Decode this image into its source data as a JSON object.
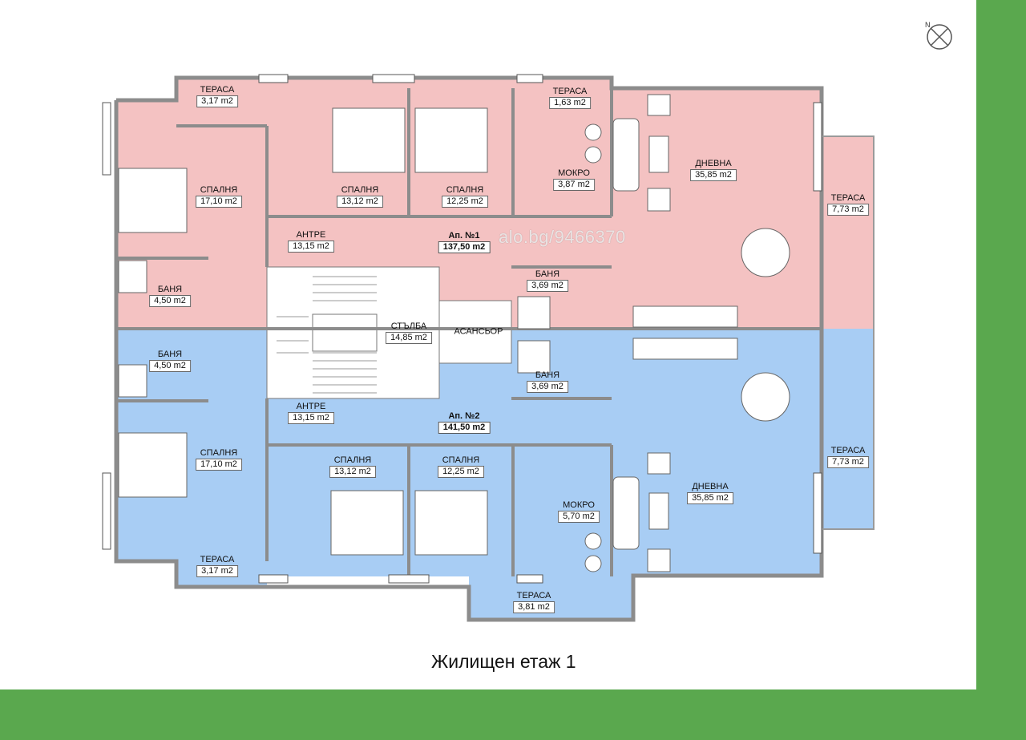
{
  "title": "Жилищен етаж 1",
  "watermark": "alo.bg/9466370",
  "compass": {
    "north_label": "N"
  },
  "colors": {
    "apartment_1": "#f4c2c2",
    "apartment_2": "#a8cdf4",
    "frame": "#5aa84e",
    "walls": "#8c8c8c"
  },
  "apartment_1": {
    "name": "Ап. №1",
    "area": "137,50 m2",
    "rooms": {
      "terrace_nw": {
        "name": "ТЕРАСА",
        "area": "3,17 m2"
      },
      "terrace_n": {
        "name": "ТЕРАСА",
        "area": "1,63 m2"
      },
      "terrace_e": {
        "name": "ТЕРАСА",
        "area": "7,73 m2"
      },
      "bedroom_w": {
        "name": "СПАЛНЯ",
        "area": "17,10 m2"
      },
      "bedroom_c1": {
        "name": "СПАЛНЯ",
        "area": "13,12 m2"
      },
      "bedroom_c2": {
        "name": "СПАЛНЯ",
        "area": "12,25 m2"
      },
      "wet_room": {
        "name": "МОКРО",
        "area": "3,87 m2"
      },
      "living": {
        "name": "ДНЕВНА",
        "area": "35,85 m2"
      },
      "hall": {
        "name": "АНТРЕ",
        "area": "13,15 m2"
      },
      "bath_w": {
        "name": "БАНЯ",
        "area": "4,50 m2"
      },
      "bath_e": {
        "name": "БАНЯ",
        "area": "3,69 m2"
      }
    }
  },
  "common": {
    "stairs": {
      "name": "СТЪЛБА",
      "area": "14,85 m2"
    },
    "elevator": {
      "name": "АСАНСЬОР"
    }
  },
  "apartment_2": {
    "name": "Ап. №2",
    "area": "141,50 m2",
    "rooms": {
      "bath_w": {
        "name": "БАНЯ",
        "area": "4,50 m2"
      },
      "bath_e": {
        "name": "БАНЯ",
        "area": "3,69 m2"
      },
      "hall": {
        "name": "АНТРЕ",
        "area": "13,15 m2"
      },
      "bedroom_w": {
        "name": "СПАЛНЯ",
        "area": "17,10 m2"
      },
      "bedroom_c1": {
        "name": "СПАЛНЯ",
        "area": "13,12 m2"
      },
      "bedroom_c2": {
        "name": "СПАЛНЯ",
        "area": "12,25 m2"
      },
      "wet_room": {
        "name": "МОКРО",
        "area": "5,70 m2"
      },
      "living": {
        "name": "ДНЕВНА",
        "area": "35,85 m2"
      },
      "terrace_e": {
        "name": "ТЕРАСА",
        "area": "7,73 m2"
      },
      "terrace_sw": {
        "name": "ТЕРАСА",
        "area": "3,17 m2"
      },
      "terrace_s": {
        "name": "ТЕРАСА",
        "area": "3,81 m2"
      }
    }
  }
}
